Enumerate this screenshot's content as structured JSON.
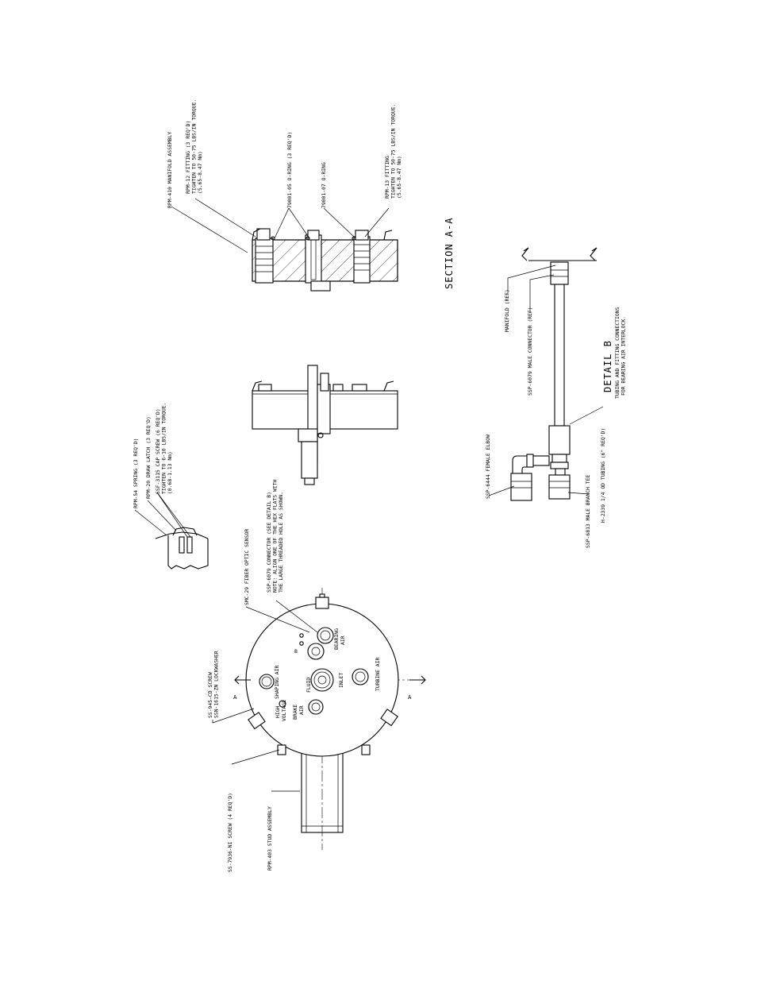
{
  "drawing": {
    "section": {
      "title": "SECTION A-A",
      "callouts": [
        {
          "lines": [
            "RPM-410 MANIFOLD ASSEMBLY"
          ]
        },
        {
          "lines": [
            "RPM-12 FITTING (3 REQ'D)",
            "TIGHTEN TO 50-75 LBS/IN TORQUE.",
            "(5.65-8.47 Nm)"
          ]
        },
        {
          "lines": [
            "79001-05 O-RING (3 REQ'D)"
          ]
        },
        {
          "lines": [
            "79001-07 O-RING"
          ]
        },
        {
          "lines": [
            "RPM-13 FITTING",
            "TIGHTEN TO 50-75 LBS/IN TORQUE.",
            "(5.65-8.47 Nm)"
          ]
        }
      ]
    },
    "latch": {
      "callouts": [
        {
          "lines": [
            "RPM-54 SPRING (3 REQ'D)"
          ]
        },
        {
          "lines": [
            "RPM-20 DRAW LATCH (3 REQ'D)"
          ]
        },
        {
          "lines": [
            "SSF-3115 CAP SCREW (6 REQ'D)",
            "TIGHTEN TO 6-10 LBS/IN TORQUE.",
            "(0.68-1.13 Nm)"
          ]
        }
      ]
    },
    "plan": {
      "section_marks": [
        "A",
        "A"
      ],
      "detail_mark": "B",
      "port_labels": [
        "SHAPING AIR",
        "FLUID",
        "INLET",
        "TURBINE AIR",
        "BRAKE",
        "AIR",
        "BEARING",
        "AIR",
        "HIGH",
        "VOLTAGE"
      ],
      "callouts": [
        {
          "lines": [
            "SS-945-CD SCREW",
            "SSN-1615-ZN LOCKWASHER"
          ]
        },
        {
          "lines": [
            "SS-7936-NI SCREW (4 REQ'D)"
          ]
        },
        {
          "lines": [
            "RPM-403 STUD ASSEMBLY"
          ]
        },
        {
          "lines": [
            "SMC-29 FIBER OPTIC SENSOR"
          ]
        },
        {
          "lines": [
            "SSP-6079 CONNECTOR (SEE DETAIL B)",
            "NOTE: ALIGN ONE OF THE HEX FLATS WITH",
            "THE LARGE THREADED HOLE AS SHOWN."
          ]
        }
      ]
    },
    "detail": {
      "title": "DETAIL B",
      "note_lines": [
        "TUBING AND FITTING CONNECTIONS",
        "FOR BEARING AIR INTERLOCK."
      ],
      "callouts": [
        {
          "lines": [
            "MANIFOLD (REF)"
          ]
        },
        {
          "lines": [
            "SSP-6079 MALE CONNECTOR (REF)"
          ]
        },
        {
          "lines": [
            "SSP-6444 FEMALE ELBOW"
          ]
        },
        {
          "lines": [
            "H-2339 1/4 OD TUBING (6\" REQ'D)"
          ]
        },
        {
          "lines": [
            "SSP-6813 MALE BRANCH TEE"
          ]
        }
      ]
    }
  }
}
